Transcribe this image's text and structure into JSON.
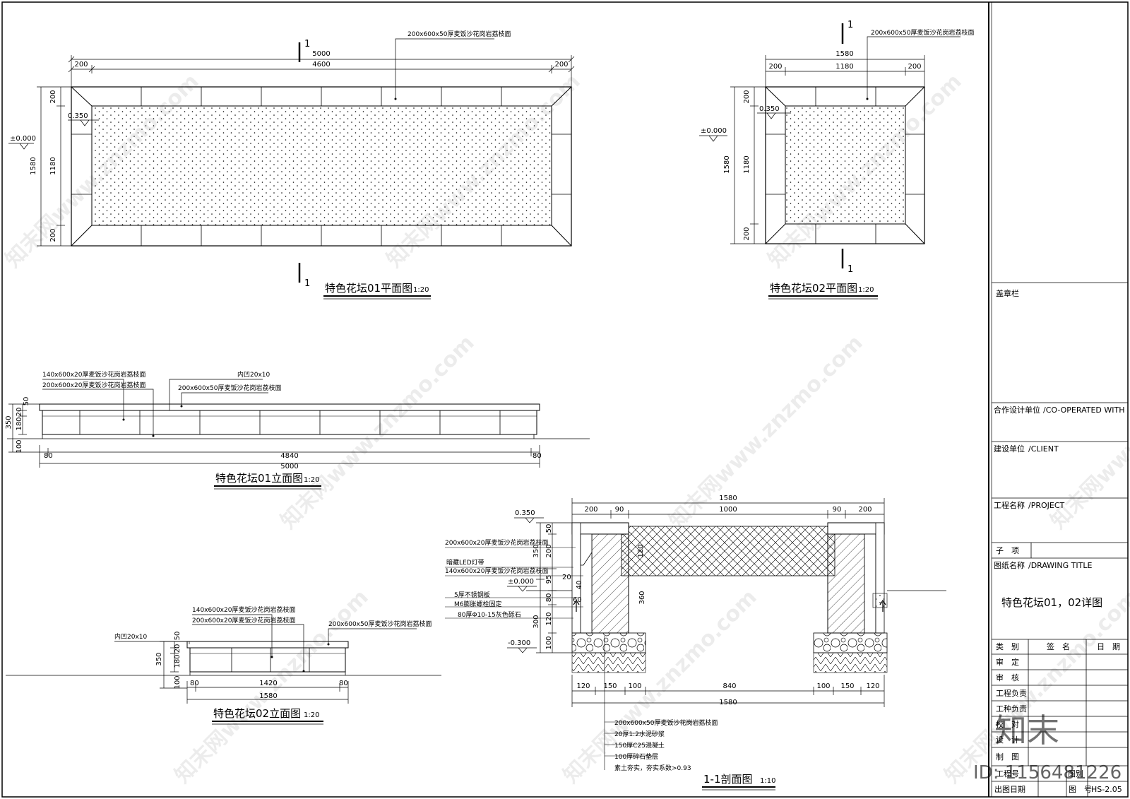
{
  "plan01": {
    "material": "200x600x50厚麦饭沙花岗岩荔枝面",
    "dim_total": "5000",
    "dim_inner": "4600",
    "dim_left": "200",
    "dim_right": "200",
    "dim_v_top": "200",
    "dim_v_mid": "1180",
    "dim_v_bottom": "200",
    "dim_v_total": "1580",
    "elev_top": "0.350",
    "elev_ground": "±0.000",
    "section_mark": "1",
    "title": "特色花坛01平面图",
    "scale": "1:20"
  },
  "plan02": {
    "material": "200x600x50厚麦饭沙花岗岩荔枝面",
    "dim_total": "1580",
    "dim_inner": "1180",
    "dim_left": "200",
    "dim_right": "200",
    "dim_v_top": "200",
    "dim_v_mid": "1180",
    "dim_v_bottom": "200",
    "dim_v_total": "1580",
    "elev_top": "0.350",
    "elev_ground": "±0.000",
    "section_mark": "1",
    "title": "特色花坛02平面图",
    "scale": "1:20"
  },
  "elev01": {
    "note1": "140x600x20厚麦饭沙花岗岩荔枝面",
    "note2": "200x600x20厚麦饭沙花岗岩荔枝面",
    "note3": "200x600x50厚麦饭沙花岗岩荔枝面",
    "note4": "内凹20x10",
    "dim_v_a": "350",
    "dim_v_b": "20",
    "dim_v_c": "50",
    "dim_v_d": "180",
    "dim_v_e": "100",
    "dim_left": "80",
    "dim_mid": "4840",
    "dim_right": "80",
    "dim_total": "5000",
    "title": "特色花坛01立面图",
    "scale": "1:20"
  },
  "elev02": {
    "note1": "140x600x20厚麦饭沙花岗岩荔枝面",
    "note2": "200x600x20厚麦饭沙花岗岩荔枝面",
    "note3": "200x600x50厚麦饭沙花岗岩荔枝面",
    "note4": "内凹20x10",
    "dim_v_a": "350",
    "dim_v_b": "50",
    "dim_v_c": "20",
    "dim_v_d": "180",
    "dim_v_e": "100",
    "dim_left": "80",
    "dim_mid": "1420",
    "dim_right": "80",
    "dim_total": "1580",
    "title": "特色花坛02立面图",
    "scale": "1:20"
  },
  "section": {
    "dim_total_top": "1580",
    "dim_t1": "200",
    "dim_t2": "90",
    "dim_t3": "1000",
    "dim_t4": "90",
    "dim_t5": "200",
    "dim_b1": "120",
    "dim_b2": "150",
    "dim_b3": "100",
    "dim_b4": "840",
    "dim_b5": "100",
    "dim_b6": "150",
    "dim_b7": "120",
    "dim_total_bottom": "1580",
    "dim_v1": "50",
    "dim_v2": "200",
    "dim_v3": "350",
    "dim_v4": "95",
    "dim_v5": "80",
    "dim_v6": "120",
    "dim_v7": "300",
    "dim_v8": "100",
    "dim_i1": "20",
    "dim_i2": "40",
    "dim_i3": "60",
    "dim_i4": "120",
    "dim_i5": "360",
    "elev_top": "0.350",
    "elev_mid": "±0.000",
    "elev_bottom": "-0.300",
    "note_a": "200x600x20厚麦饭沙花岗岩荔枝面",
    "note_b": "暗藏LED灯带",
    "note_c": "140x600x20厚麦饭沙花岗岩荔枝面",
    "note_d": "5厚不锈钢板",
    "note_e": "M6膨胀螺栓固定",
    "note_f": "80厚Φ10-15灰色砾石",
    "layer1": "200x600x50厚麦饭沙花岗岩荔枝面",
    "layer2": "20厚1:2水泥砂浆",
    "layer3": "150厚C25混凝土",
    "layer4": "100厚碎石垫层",
    "layer5": "素土夯实，夯实系数>0.93",
    "title": "1-1剖面图",
    "scale": "1:10"
  },
  "titleblock": {
    "seal": "盖章栏",
    "cooperate": "合作设计单位",
    "cooperate_en": "/CO-OPERATED WITH",
    "client": "建设单位",
    "client_en": "/CLIENT",
    "project": "工程名称",
    "project_en": "/PROJECT",
    "subitem": "子　项",
    "drawing_title_label": "图纸名称",
    "drawing_title_en": "/DRAWING TITLE",
    "drawing_title": "特色花坛01，02详图",
    "col_type": "类　别",
    "col_sign": "签　名",
    "col_date": "日　期",
    "row1": "审　定",
    "row2": "审　核",
    "row3": "工程负责",
    "row4": "工种负责",
    "row5": "校　对",
    "row6": "设　计",
    "row7": "制　图",
    "row8": "工程号",
    "row8b": "图别",
    "row9": "出图日期",
    "row9b": "图　号",
    "drawing_no": "HS-2.05"
  },
  "watermark": {
    "text": "知末网www.znzmo.com",
    "logo": "知末",
    "id": "ID: 1156481226"
  }
}
